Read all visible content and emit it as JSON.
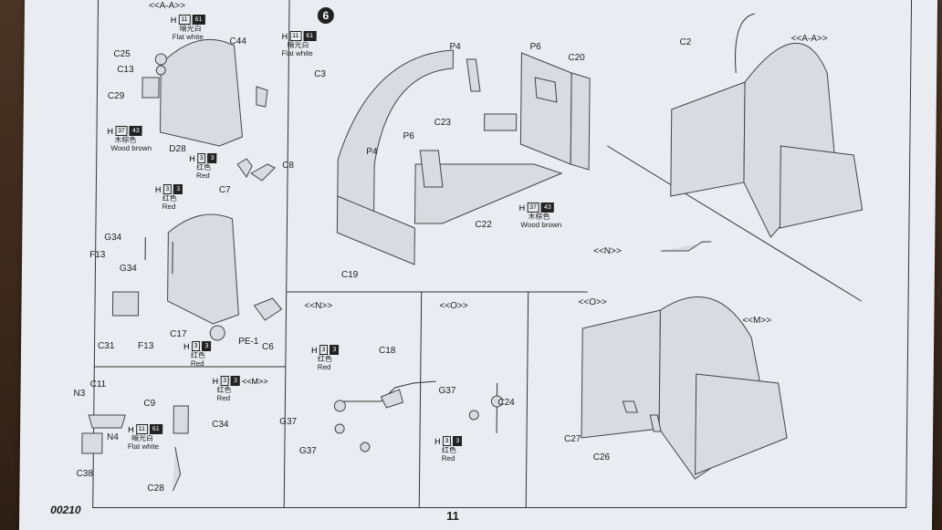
{
  "step": {
    "number": "6"
  },
  "footer": {
    "code": "00210",
    "page": "11"
  },
  "views": {
    "aa": "<<A-A>>",
    "n": "<<N>>",
    "o": "<<O>>",
    "m": "<<M>>"
  },
  "paint": {
    "h11": {
      "code": "H",
      "num1": "11",
      "num2": "61",
      "cn": "暗光白",
      "en": "Flat white"
    },
    "h37": {
      "code": "H",
      "num1": "37",
      "num2": "43",
      "cn": "木棕色",
      "en": "Wood brown"
    },
    "h3": {
      "code": "H",
      "num1": "3",
      "num2": "3",
      "cn": "红色",
      "en": "Red"
    }
  },
  "parts": {
    "c25": "C25",
    "c13": "C13",
    "c29": "C29",
    "c44": "C44",
    "d28": "D28",
    "c8": "C8",
    "c7": "C7",
    "g34a": "G34",
    "g34b": "G34",
    "f13a": "F13",
    "f13b": "F13",
    "c31": "C31",
    "c17": "C17",
    "pe1": "PE-1",
    "c6": "C6",
    "c11": "C11",
    "n3": "N3",
    "n4": "N4",
    "c38": "C38",
    "c9": "C9",
    "c34": "C34",
    "c28": "C28",
    "c3": "C3",
    "p4a": "P4",
    "p4b": "P4",
    "p6a": "P6",
    "p6b": "P6",
    "c20": "C20",
    "c23": "C23",
    "c22": "C22",
    "c19": "C19",
    "c2": "C2",
    "g37a": "G37",
    "g37b": "G37",
    "c18": "C18",
    "g37c": "G37",
    "c24": "C24",
    "c27": "C27",
    "c26": "C26"
  }
}
